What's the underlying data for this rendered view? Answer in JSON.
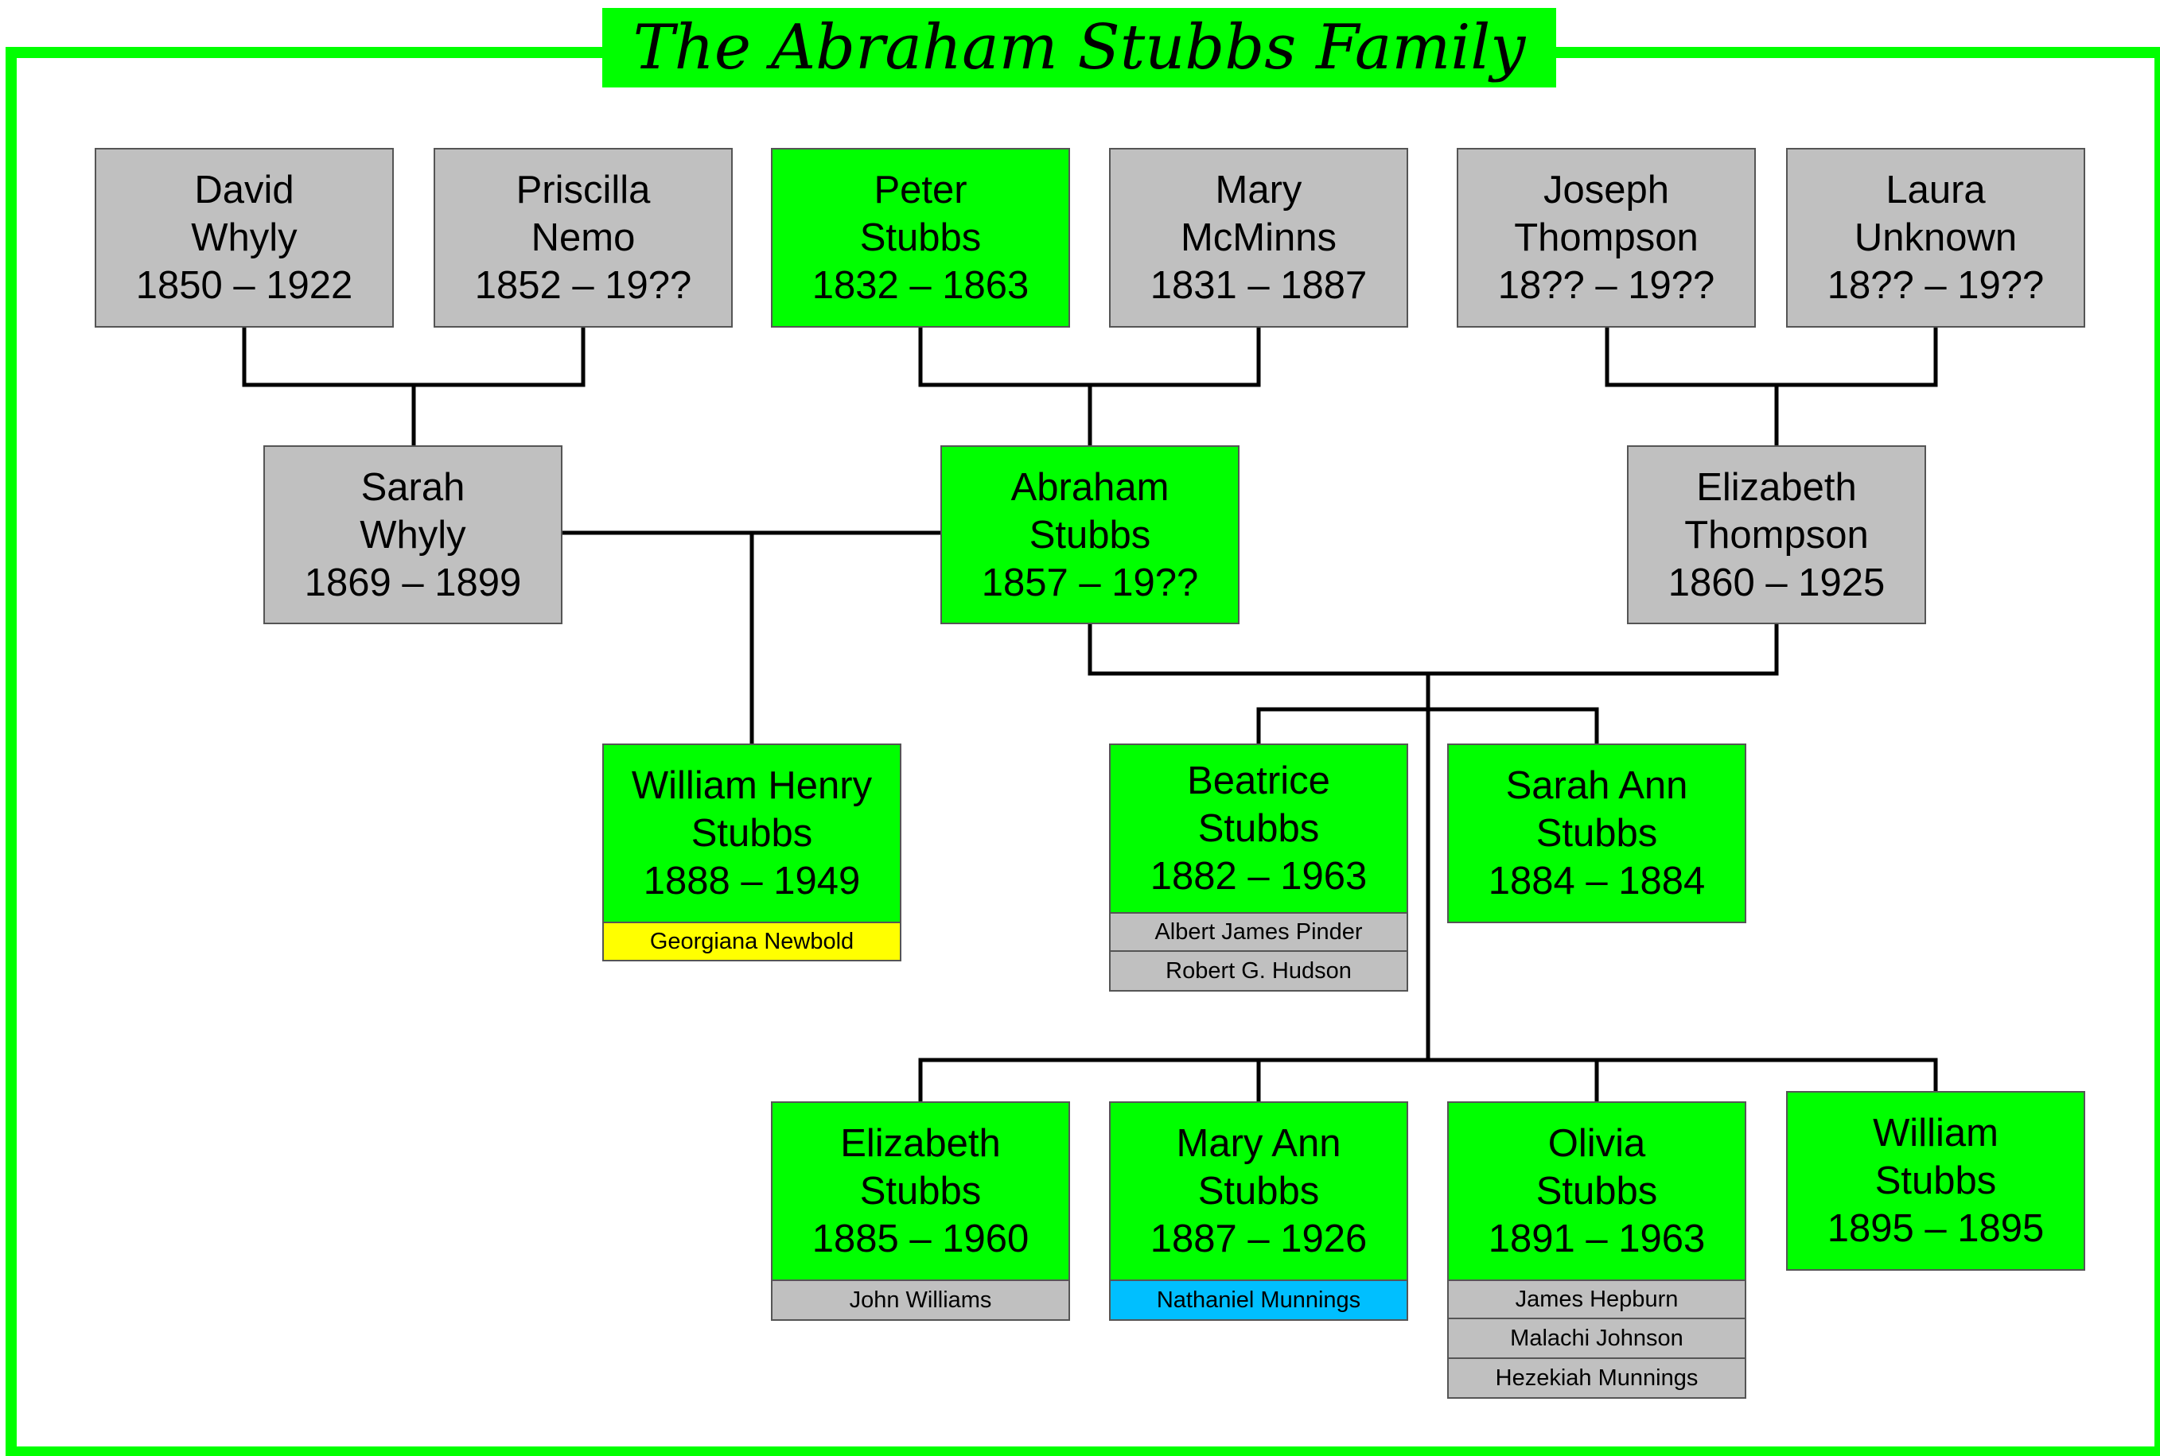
{
  "title": "The Abraham Stubbs Family",
  "colors": {
    "frame": "#00ff00",
    "line": "#000000",
    "direct": "#00ff00",
    "other": "#c0c0c0",
    "spouse_yellow": "#ffff00",
    "spouse_blue": "#00bfff",
    "spouse_gray": "#c0c0c0"
  },
  "people": [
    {
      "id": "david-whyly",
      "first": "David",
      "last": "Whyly",
      "years": "1850 – 1922",
      "color": "#c0c0c0"
    },
    {
      "id": "priscilla-nemo",
      "first": "Priscilla",
      "last": "Nemo",
      "years": "1852 – 19??",
      "color": "#c0c0c0"
    },
    {
      "id": "peter-stubbs",
      "first": "Peter",
      "last": "Stubbs",
      "years": "1832 – 1863",
      "color": "#00ff00"
    },
    {
      "id": "mary-mcminns",
      "first": "Mary",
      "last": "McMinns",
      "years": "1831 – 1887",
      "color": "#c0c0c0"
    },
    {
      "id": "joseph-thompson",
      "first": "Joseph",
      "last": "Thompson",
      "years": "18?? – 19??",
      "color": "#c0c0c0"
    },
    {
      "id": "laura-unknown",
      "first": "Laura",
      "last": "Unknown",
      "years": "18?? – 19??",
      "color": "#c0c0c0"
    },
    {
      "id": "sarah-whyly",
      "first": "Sarah",
      "last": "Whyly",
      "years": "1869 – 1899",
      "color": "#c0c0c0"
    },
    {
      "id": "abraham-stubbs",
      "first": "Abraham",
      "last": "Stubbs",
      "years": "1857 – 19??",
      "color": "#00ff00"
    },
    {
      "id": "elizabeth-thompson",
      "first": "Elizabeth",
      "last": "Thompson",
      "years": "1860 – 1925",
      "color": "#c0c0c0"
    },
    {
      "id": "william-henry-stubbs",
      "first": "William Henry",
      "last": "Stubbs",
      "years": "1888 – 1949",
      "color": "#00ff00"
    },
    {
      "id": "beatrice-stubbs",
      "first": "Beatrice",
      "last": "Stubbs",
      "years": "1882 – 1963",
      "color": "#00ff00"
    },
    {
      "id": "sarah-ann-stubbs",
      "first": "Sarah Ann",
      "last": "Stubbs",
      "years": "1884 – 1884",
      "color": "#00ff00"
    },
    {
      "id": "elizabeth-stubbs",
      "first": "Elizabeth",
      "last": "Stubbs",
      "years": "1885 – 1960",
      "color": "#00ff00"
    },
    {
      "id": "mary-ann-stubbs",
      "first": "Mary Ann",
      "last": "Stubbs",
      "years": "1887 – 1926",
      "color": "#00ff00"
    },
    {
      "id": "olivia-stubbs",
      "first": "Olivia",
      "last": "Stubbs",
      "years": "1891 – 1963",
      "color": "#00ff00"
    },
    {
      "id": "william-stubbs",
      "first": "William",
      "last": "Stubbs",
      "years": "1895 – 1895",
      "color": "#00ff00"
    }
  ],
  "spouses": [
    {
      "id": "georgiana-newbold",
      "name": "Georgiana Newbold",
      "color": "#ffff00"
    },
    {
      "id": "albert-james-pinder",
      "name": "Albert James Pinder",
      "color": "#c0c0c0"
    },
    {
      "id": "robert-g-hudson",
      "name": "Robert G. Hudson",
      "color": "#c0c0c0"
    },
    {
      "id": "john-williams",
      "name": "John Williams",
      "color": "#c0c0c0"
    },
    {
      "id": "nathaniel-munnings",
      "name": "Nathaniel Munnings",
      "color": "#00bfff"
    },
    {
      "id": "james-hepburn",
      "name": "James Hepburn",
      "color": "#c0c0c0"
    },
    {
      "id": "malachi-johnson",
      "name": "Malachi Johnson",
      "color": "#c0c0c0"
    },
    {
      "id": "hezekiah-munnings",
      "name": "Hezekiah Munnings",
      "color": "#c0c0c0"
    }
  ]
}
